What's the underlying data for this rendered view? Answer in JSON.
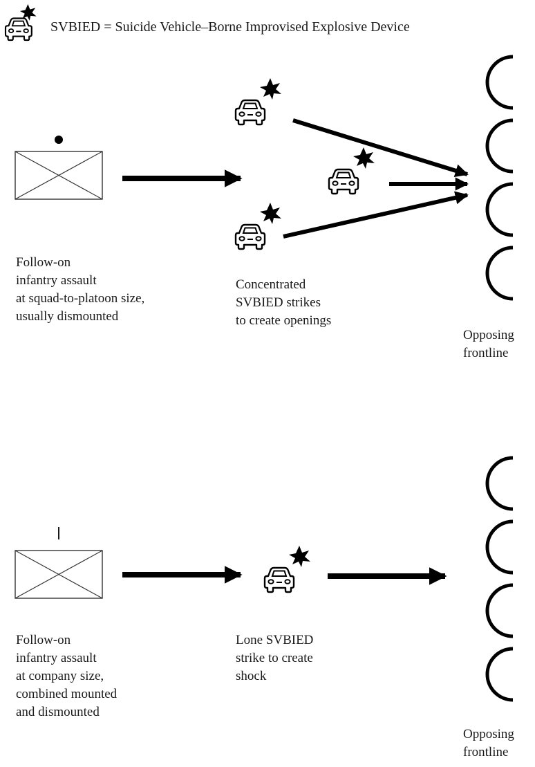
{
  "legend": {
    "icon": "svbied-car-icon",
    "text": "SVBIED = Suicide Vehicle–Borne Improvised Explosive Device"
  },
  "top_scenario": {
    "unit_echelon_symbol": "dot",
    "unit_label": [
      "Follow-on",
      "infantry assault",
      "at squad-to-platoon size,",
      "usually dismounted"
    ],
    "strike_label": [
      "Concentrated",
      "SVBIED strikes",
      "to create openings"
    ],
    "strike_vehicle_count": 3,
    "frontline_label": [
      "Opposing",
      "frontline"
    ],
    "frontline_segment_count": 4
  },
  "bottom_scenario": {
    "unit_echelon_symbol": "bar",
    "unit_label": [
      "Follow-on",
      "infantry assault",
      "at company size,",
      "combined mounted",
      "and dismounted"
    ],
    "strike_label": [
      "Lone SVBIED",
      "strike to create",
      "shock"
    ],
    "strike_vehicle_count": 1,
    "frontline_label": [
      "Opposing",
      "frontline"
    ],
    "frontline_segment_count": 4
  },
  "colors": {
    "ink": "#000000",
    "text": "#1a1a1a",
    "box_stroke": "#333333",
    "background": "#ffffff"
  }
}
